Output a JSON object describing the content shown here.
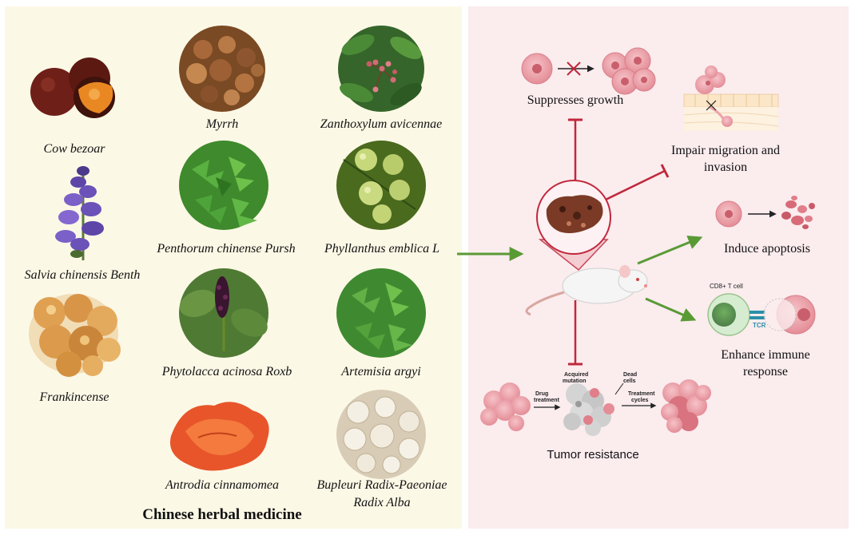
{
  "herbs": {
    "cow_bezoar": "Cow bezoar",
    "salvia": "Salvia chinensis Benth",
    "frankincense": "Frankincense",
    "myrrh": "Myrrh",
    "zanthoxylum": "Zanthoxylum avicennae",
    "penthorum": "Penthorum chinense Pursh",
    "phyllanthus": "Phyllanthus emblica L",
    "phytolacca": "Phytolacca acinosa Roxb",
    "artemisia": "Artemisia argyi",
    "antrodia": "Antrodia cinnamomea",
    "bupleuri_line1": "Bupleuri Radix-Paeoniae",
    "bupleuri_line2": "Radix Alba"
  },
  "section_title": "Chinese herbal medicine",
  "effects": {
    "suppress": "Suppresses growth",
    "migration_line1": "Impair migration and",
    "migration_line2": "invasion",
    "apoptosis": "Induce apoptosis",
    "immune_line1": "Enhance immune",
    "immune_line2": "response",
    "resistance": "Tumor resistance"
  },
  "small_labels": {
    "cd8": "CD8+ T cell",
    "tcr": "TCR",
    "drug_line1": "Drug",
    "drug_line2": "treatment",
    "acquired_line1": "Acquired",
    "acquired_line2": "mutation",
    "dead_line1": "Dead",
    "dead_line2": "cells",
    "cycles_line1": "Treatment",
    "cycles_line2": "cycles"
  },
  "colors": {
    "left_panel_bg": "#fcf8e6",
    "right_panel_bg": "#fbecee",
    "promote_arrow": "#5a9a35",
    "inhibit_arrow": "#c0283c",
    "tumor_cell": "#eea3ab",
    "tcr": "#2a8fa8"
  }
}
